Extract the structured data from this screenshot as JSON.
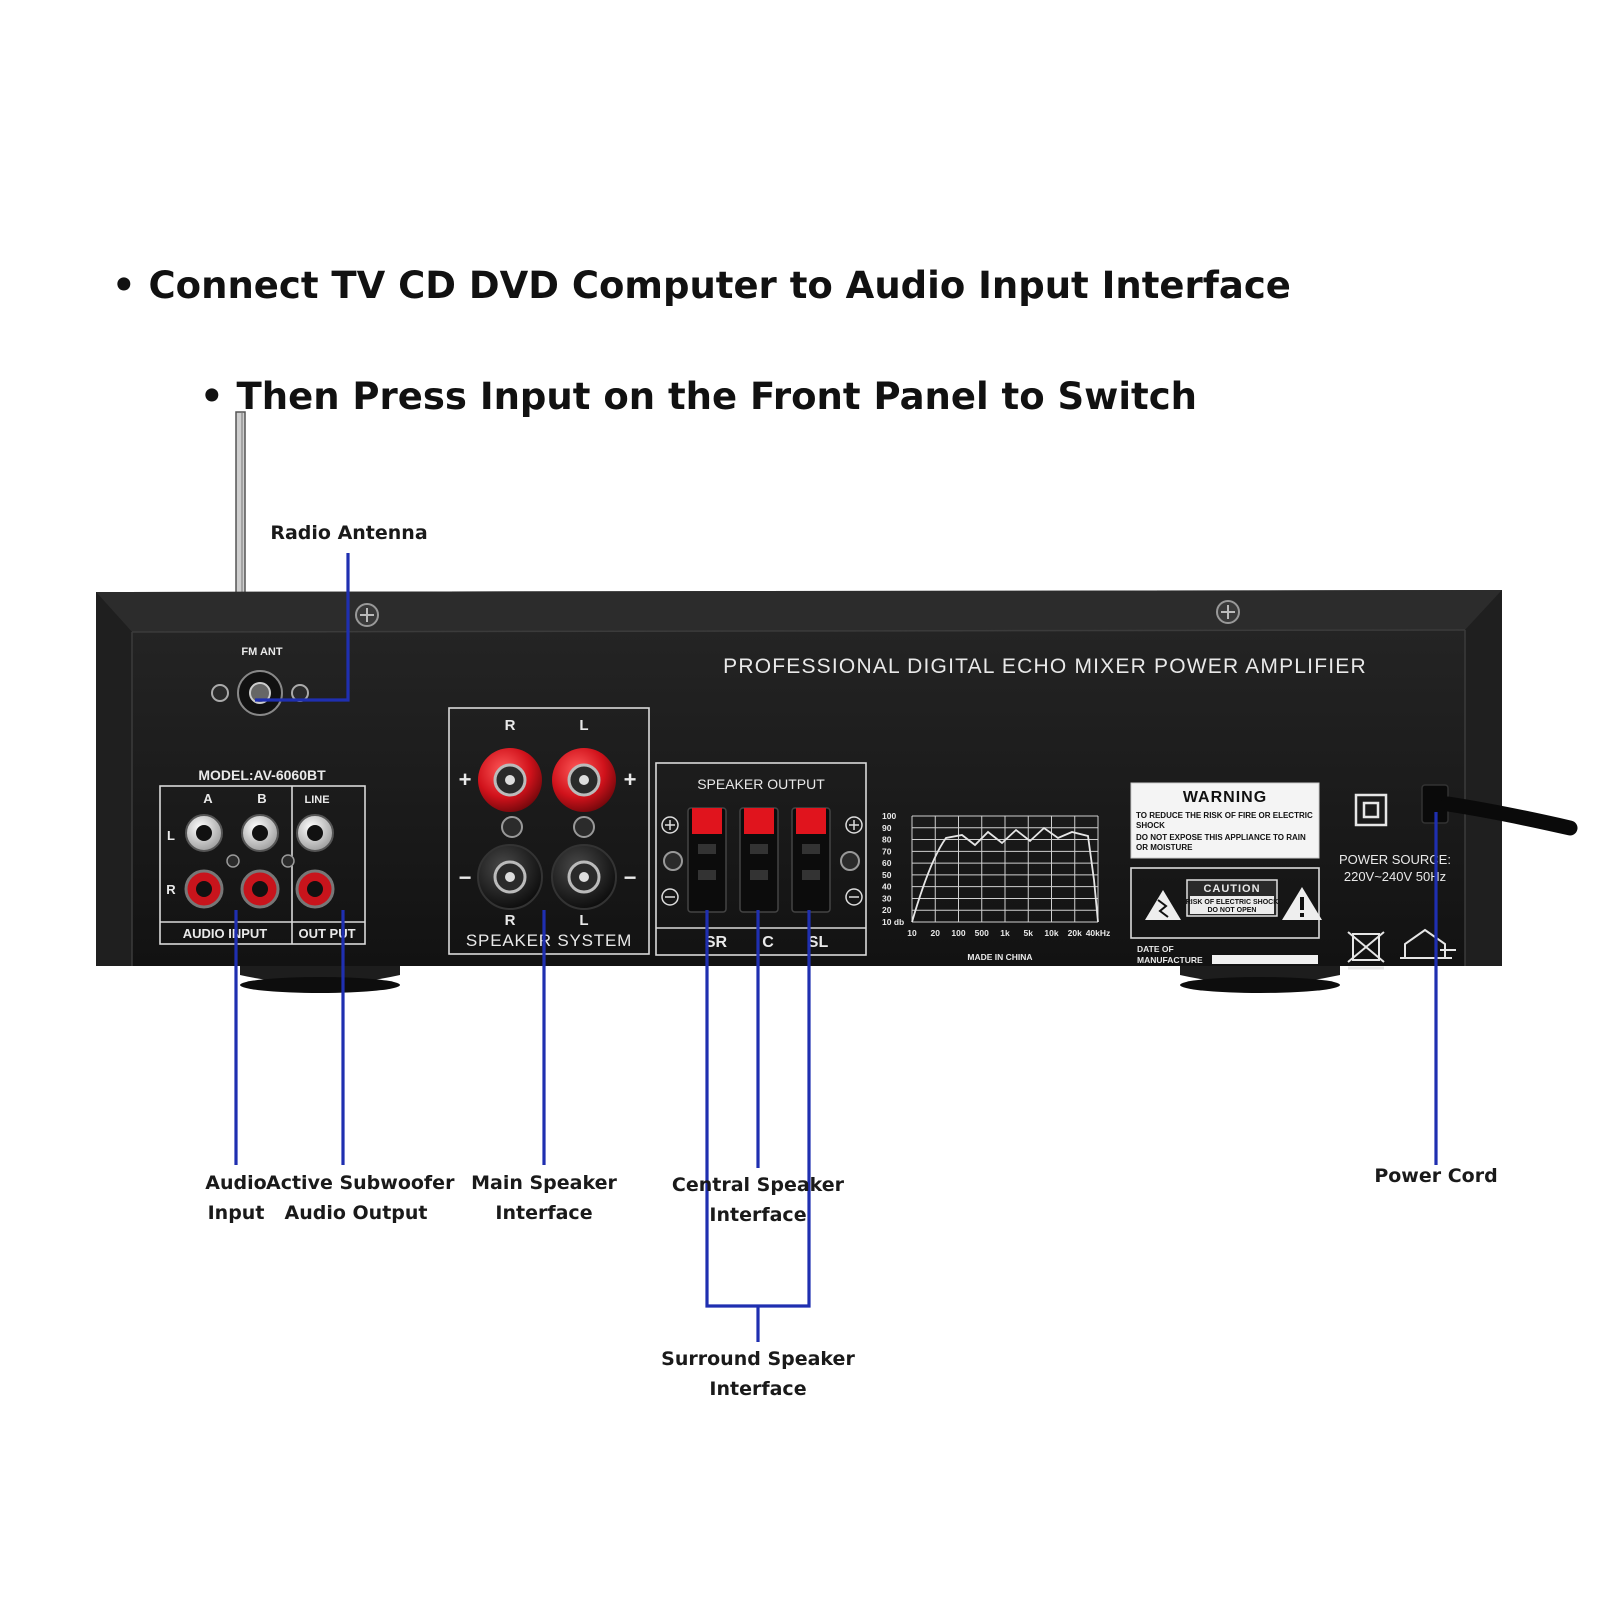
{
  "headline": {
    "line1": "Connect TV CD DVD Computer to Audio Input Interface",
    "line2": "Then Press Input on the Front Panel to Switch"
  },
  "callouts": {
    "radio_antenna": "Radio Antenna",
    "audio_input": [
      "Audio",
      "Input"
    ],
    "sub_output": [
      "Active Subwoofer",
      "Audio Output"
    ],
    "main_speaker": [
      "Main Speaker",
      "Interface"
    ],
    "central_speaker": [
      "Central Speaker",
      "Interface"
    ],
    "surround_speaker": [
      "Surround Speaker",
      "Interface"
    ],
    "power_cord": "Power Cord"
  },
  "panel": {
    "title": "PROFESSIONAL DIGITAL ECHO MIXER POWER AMPLIFIER",
    "model": "MODEL:AV-6060BT",
    "antenna_label": "FM ANT",
    "audio_cols": [
      "A",
      "B"
    ],
    "line_label": "LINE",
    "row_left": "L",
    "row_right": "R",
    "audio_input_label": "AUDIO INPUT",
    "output_label": "OUT PUT",
    "speaker_system": {
      "top": [
        "R",
        "L"
      ],
      "bottom": [
        "R",
        "L"
      ],
      "plus": "+",
      "minus": "−",
      "label": "SPEAKER SYSTEM"
    },
    "speaker_output": {
      "label": "SPEAKER OUTPUT",
      "channels": [
        "SR",
        "C",
        "SL"
      ]
    },
    "eq_db": [
      "100",
      "90",
      "80",
      "70",
      "60",
      "50",
      "40",
      "30",
      "20",
      "10 db"
    ],
    "eq_hz": [
      "10",
      "20",
      "100",
      "500",
      "1k",
      "5k",
      "10k",
      "20k",
      "40kHz"
    ],
    "made_in": "MADE IN CHINA",
    "warning": {
      "title": "WARNING",
      "lines": [
        "TO REDUCE THE RISK OF FIRE OR ELECTRIC",
        "SHOCK",
        "DO NOT EXPOSE THIS APPLIANCE TO RAIN",
        "OR MOISTURE"
      ]
    },
    "caution": {
      "title": "CAUTION",
      "lines": [
        "RISK OF ELECTRIC SHOCK",
        "DO NOT OPEN"
      ]
    },
    "date_label": [
      "DATE OF",
      "MANUFACTURE"
    ],
    "power_source": [
      "POWER SOURCE:",
      "220V~240V  50Hz"
    ]
  },
  "colors": {
    "chassis": "#1a1a1a",
    "leader_line": "#1f2fb0",
    "binding_red": "#d1121b",
    "rca_red": "#c8141c"
  },
  "icons": [
    "antenna-icon",
    "screw-icon",
    "rca-jack-icon",
    "binding-post-icon",
    "spring-clip-icon",
    "shock-warning-icon",
    "exclamation-icon",
    "double-insulation-icon",
    "weee-bin-icon",
    "indoor-use-icon",
    "power-cord-icon"
  ]
}
